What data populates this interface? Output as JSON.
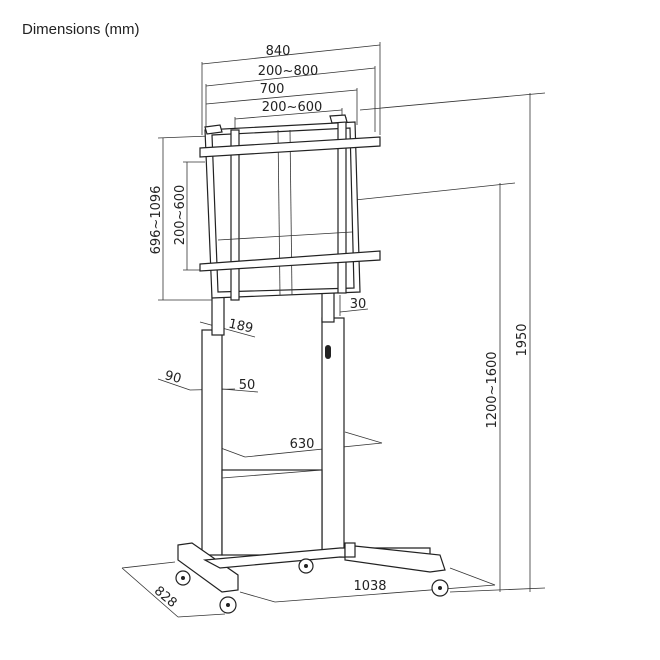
{
  "title": "Dimensions (mm)",
  "dimensions": {
    "overall_width": "840",
    "hole_pattern_horizontal_max": "200~800",
    "bracket_width": "700",
    "hole_pattern_horizontal_inner": "200~600",
    "bracket_height_range": "696~1096",
    "hole_pattern_vertical": "200~600",
    "column_offset": "30",
    "column_depth": "189",
    "post_depth": "90",
    "post_width": "50",
    "inner_column_spacing": "630",
    "base_width": "1038",
    "base_depth": "828",
    "center_height_range": "1200~1600",
    "overall_height": "1950"
  }
}
